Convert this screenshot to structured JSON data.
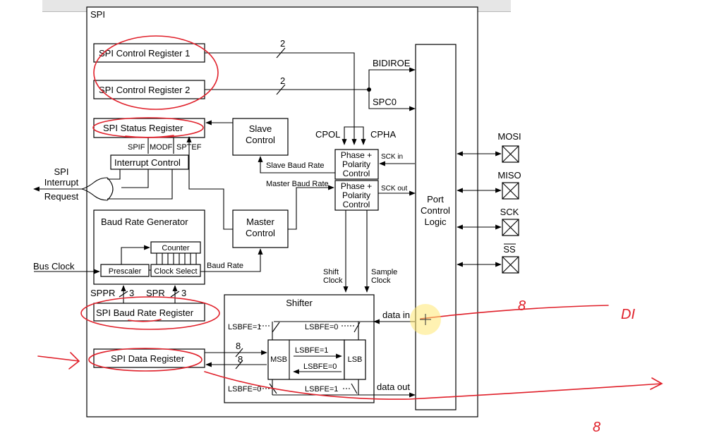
{
  "diagram": {
    "title": "SPI",
    "registers": {
      "ctrl1": "SPI Control Register 1",
      "ctrl2": "SPI Control Register 2",
      "status": "SPI Status Register",
      "baud": "SPI Baud Rate Register",
      "data": "SPI Data Register"
    },
    "status_bits": [
      "SPIF",
      "MODF",
      "SPTEF"
    ],
    "interrupt_control": "Interrupt Control",
    "interrupt_output": [
      "SPI",
      "Interrupt",
      "Request"
    ],
    "slave_control": [
      "Slave",
      "Control"
    ],
    "master_control": [
      "Master",
      "Control"
    ],
    "baud_rate_generator": "Baud Rate Generator",
    "counter": "Counter",
    "prescaler": "Prescaler",
    "clock_select": "Clock Select",
    "bus_clock": "Bus Clock",
    "baud_rate": "Baud Rate",
    "sppr": "SPPR",
    "spr": "SPR",
    "bus_width_3": "3",
    "bus_width_2": "2",
    "bus_width_8": "8",
    "cpol": "CPOL",
    "cpha": "CPHA",
    "bidiroe": "BIDIROE",
    "spc0": "SPC0",
    "phase_polarity": [
      "Phase +",
      "Polarity",
      "Control"
    ],
    "sck_in": "SCK in",
    "sck_out": "SCK out",
    "slave_baud_rate": "Slave Baud Rate",
    "master_baud_rate": "Master Baud Rate",
    "shift_clock": [
      "Shift",
      "Clock"
    ],
    "sample_clock": [
      "Sample",
      "Clock"
    ],
    "port_control_logic": [
      "Port",
      "Control",
      "Logic"
    ],
    "pins": [
      "MOSI",
      "MISO",
      "SCK",
      "SS"
    ],
    "shifter": "Shifter",
    "lsbfe1": "LSBFE=1",
    "lsbfe0": "LSBFE=0",
    "msb": "MSB",
    "lsb": "LSB",
    "data_in": "data in",
    "data_out": "data out"
  },
  "annotations": {
    "handwritten_8_top": "8",
    "handwritten_DI": "DI",
    "handwritten_8_bottom": "8",
    "color": "#e0202a"
  }
}
